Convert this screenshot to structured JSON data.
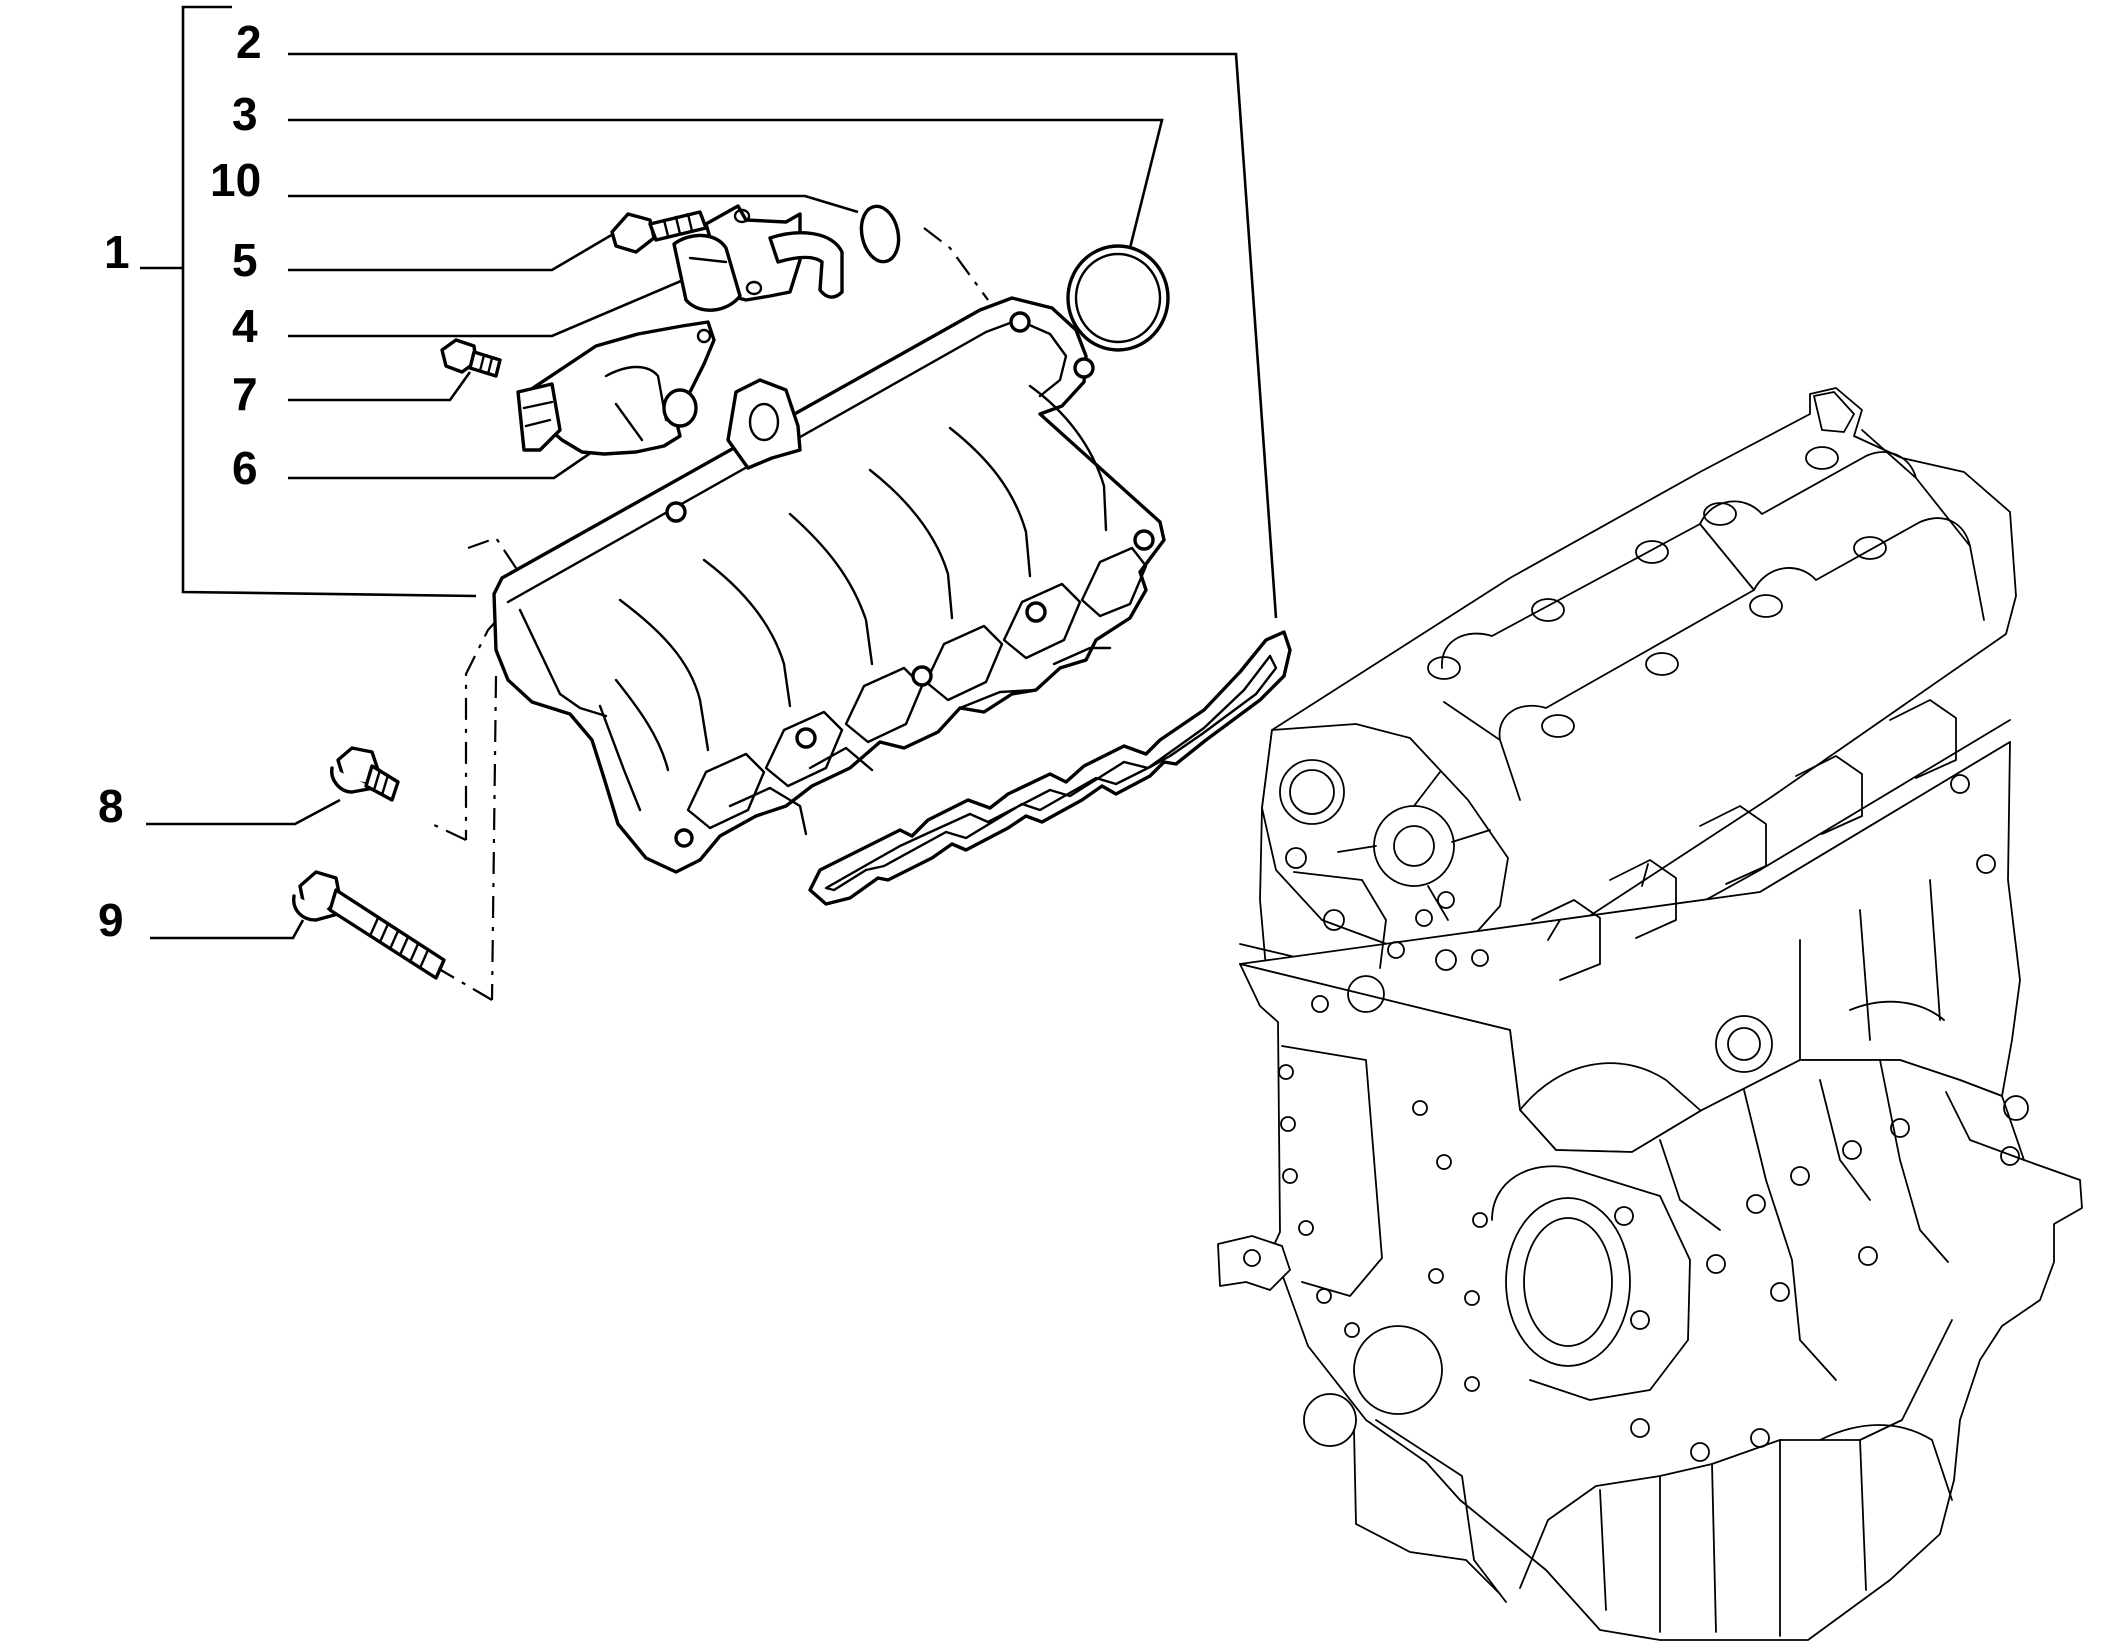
{
  "callouts": {
    "c1": "1",
    "c2": "2",
    "c3": "3",
    "c10": "10",
    "c5": "5",
    "c4": "4",
    "c7": "7",
    "c6": "6",
    "c8": "8",
    "c9": "9"
  },
  "colors": {
    "ink": "#000000",
    "background": "#ffffff"
  }
}
